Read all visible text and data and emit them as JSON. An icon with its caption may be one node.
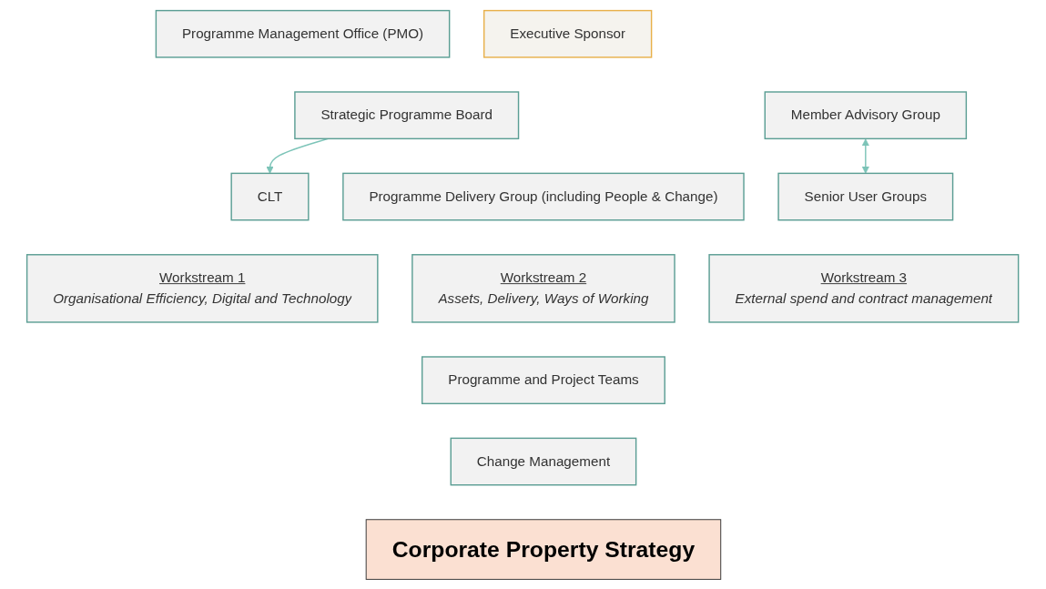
{
  "diagram": {
    "nodes": [
      {
        "text": [
          "Programme Management Office (PMO)"
        ]
      },
      {
        "text": [
          "Executive Sponsor"
        ]
      },
      {
        "text": [
          "Member Advisory Group"
        ]
      },
      {
        "text": [
          "Strategic Programme Board"
        ]
      },
      {
        "text": [
          "CLT"
        ]
      },
      {
        "text": [
          "Programme Delivery Group (including People & Change)"
        ]
      },
      {
        "text": [
          "Senior User Groups"
        ]
      },
      {
        "text": [
          "Workstream 1",
          "Organisational Efficiency, Digital and Technology"
        ]
      },
      {
        "text": [
          "Workstream 2",
          "Assets, Delivery, Ways of Working"
        ]
      },
      {
        "text": [
          "Workstream 3",
          "External spend and contract management"
        ]
      },
      {
        "text": [
          "Programme and Project Teams"
        ]
      },
      {
        "text": [
          "Change Management"
        ]
      },
      {
        "text": [
          "Corporate Property Strategy"
        ]
      }
    ],
    "edges": [
      {
        "from": 3,
        "to": 4,
        "arrow": "to"
      },
      {
        "from": 2,
        "to": 6,
        "arrow": "both"
      }
    ]
  }
}
